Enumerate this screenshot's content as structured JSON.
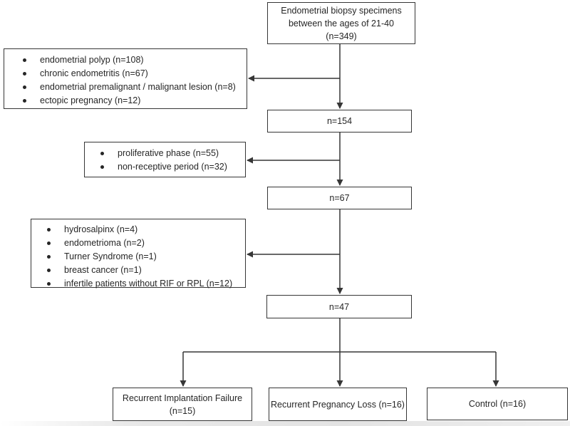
{
  "diagram": {
    "nodes": {
      "enrollment": "Endometrial biopsy specimens\nbetween the ages of 21-40\n(n=349)",
      "n154": "n=154",
      "n67": "n=67",
      "n47": "n=47",
      "rif": "Recurrent Implantation Failure\n(n=15)",
      "rpl": "Recurrent Pregnancy Loss (n=16)",
      "control": "Control (n=16)"
    },
    "exclusions": {
      "first": [
        "endometrial polyp (n=108)",
        "chronic endometritis (n=67)",
        "endometrial premalignant / malignant lesion (n=8)",
        "ectopic pregnancy (n=12)"
      ],
      "second": [
        "proliferative phase (n=55)",
        "non-receptive period (n=32)"
      ],
      "third": [
        "hydrosalpinx (n=4)",
        "endometrioma (n=2)",
        "Turner Syndrome (n=1)",
        "breast cancer (n=1)",
        "infertile patients without RIF or RPL (n=12)"
      ]
    },
    "colors": {
      "line": "#363636",
      "text": "#262626",
      "background": "#ffffff",
      "footer_bar": "#e5e5e5"
    }
  }
}
